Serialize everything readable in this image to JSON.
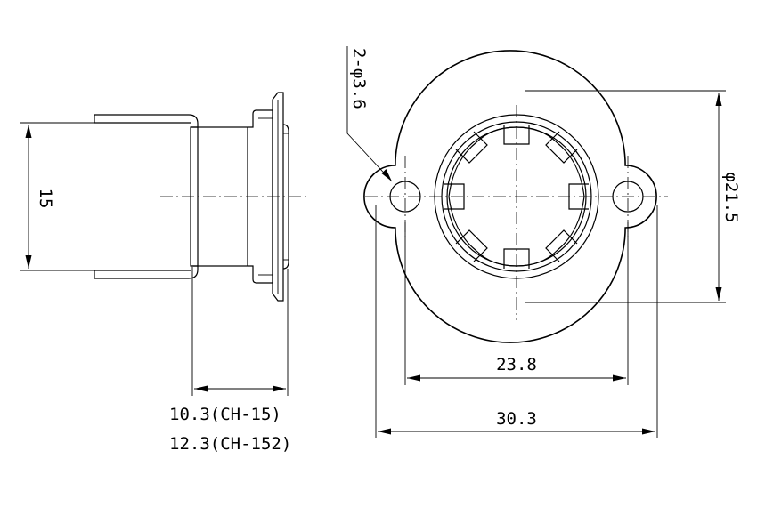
{
  "dimensions": {
    "side_height": "15",
    "depth_ch15": "10.3(CH-15)",
    "depth_ch152": "12.3(CH-152)",
    "hole_pitch": "23.8",
    "overall_width": "30.3",
    "body_diameter": "φ21.5",
    "hole_callout": "2-φ3.6"
  }
}
